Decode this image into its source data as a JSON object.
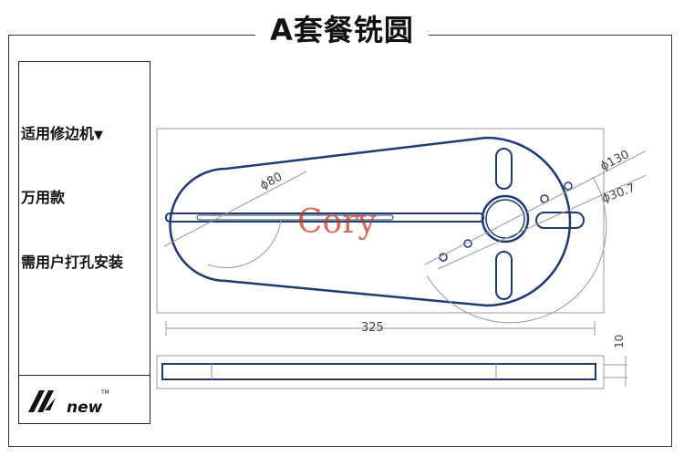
{
  "title": "A套餐铣圆",
  "features": {
    "item1": "适用修边机",
    "item1_marker": "▼",
    "item2": "万用款",
    "item3": "需用户打孔安装"
  },
  "logo": {
    "text": "new",
    "tm": "TM"
  },
  "drawing": {
    "watermark": "Cory",
    "dim_phi80": "ϕ80",
    "dim_phi130": "ϕ130",
    "dim_phi307": "ϕ30.7",
    "dim_length": "325",
    "dim_thickness": "10"
  },
  "colors": {
    "outline": "#1e3a6e",
    "dimension": "#999999",
    "watermark": "#c0392b"
  }
}
